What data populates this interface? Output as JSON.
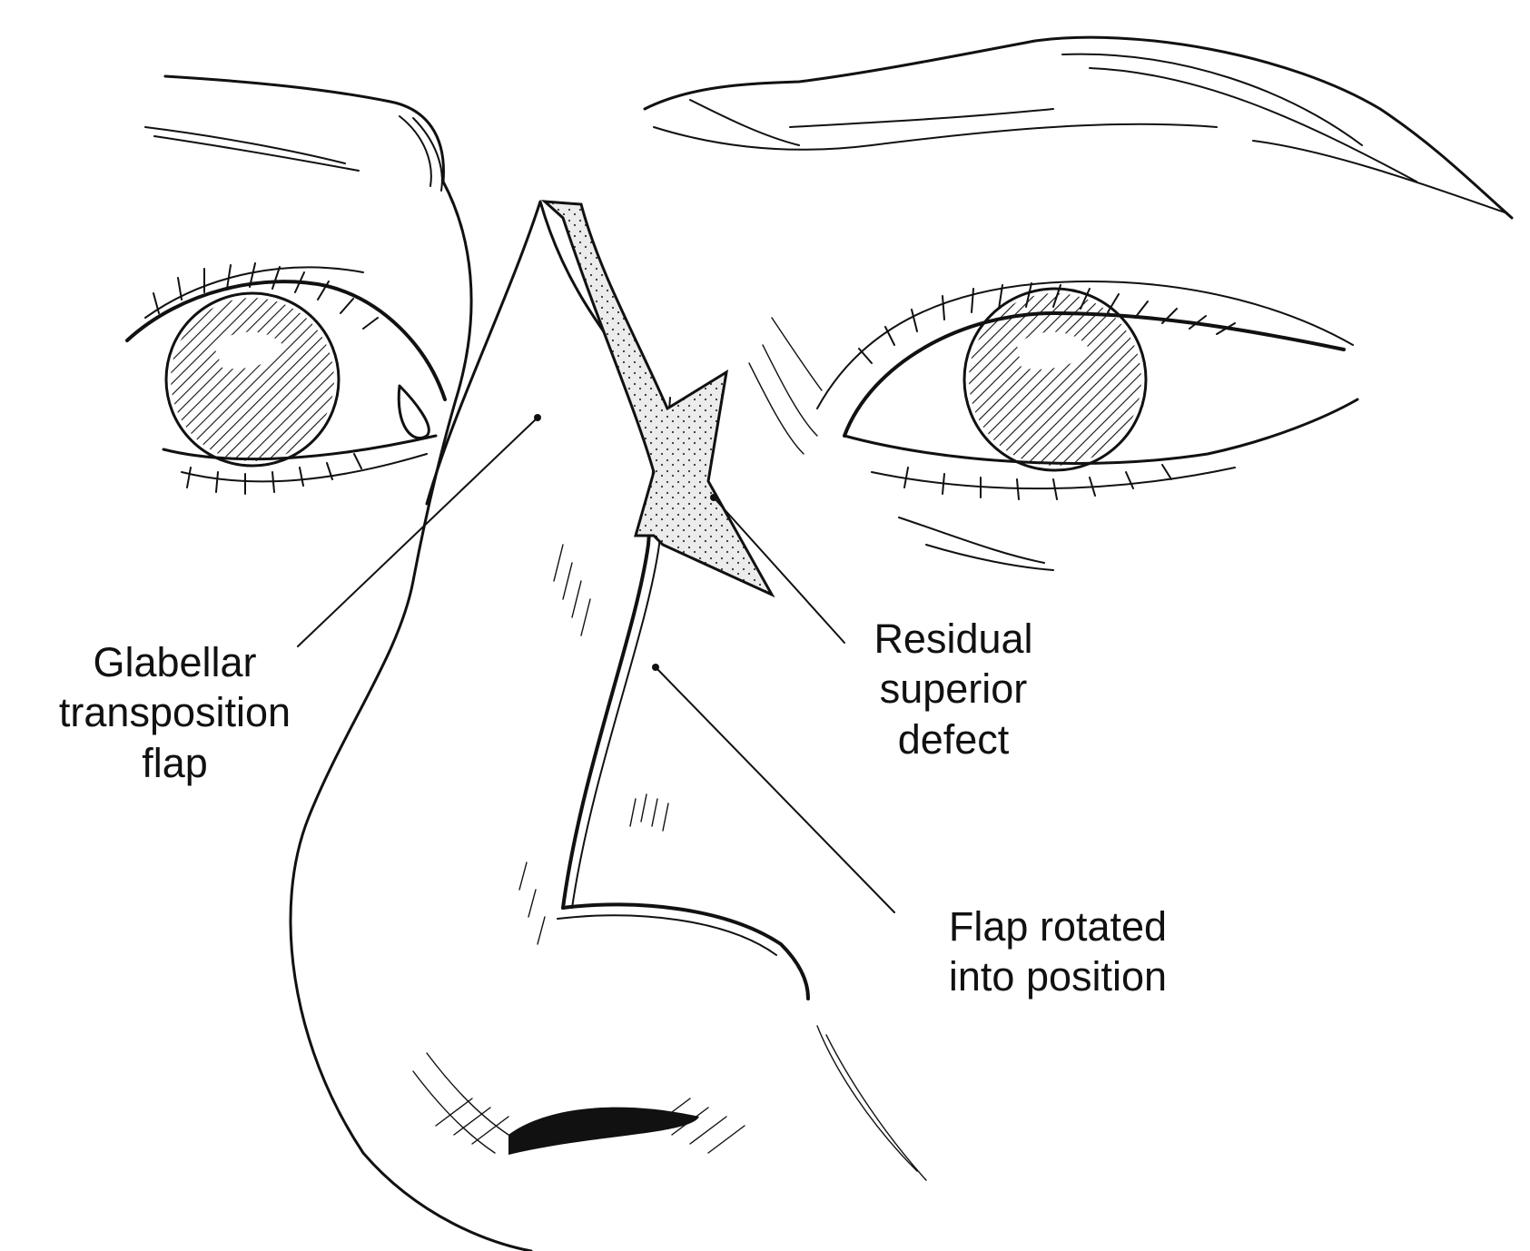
{
  "labels": {
    "glabellar_flap": [
      "Glabellar",
      "transposition",
      "flap"
    ],
    "residual_defect": [
      "Residual",
      "superior",
      "defect"
    ],
    "flap_rotated": [
      "Flap rotated",
      "into position"
    ]
  },
  "colors": {
    "ink": "#111111",
    "background": "#ffffff",
    "defect_fill": "#e6e6e6"
  }
}
